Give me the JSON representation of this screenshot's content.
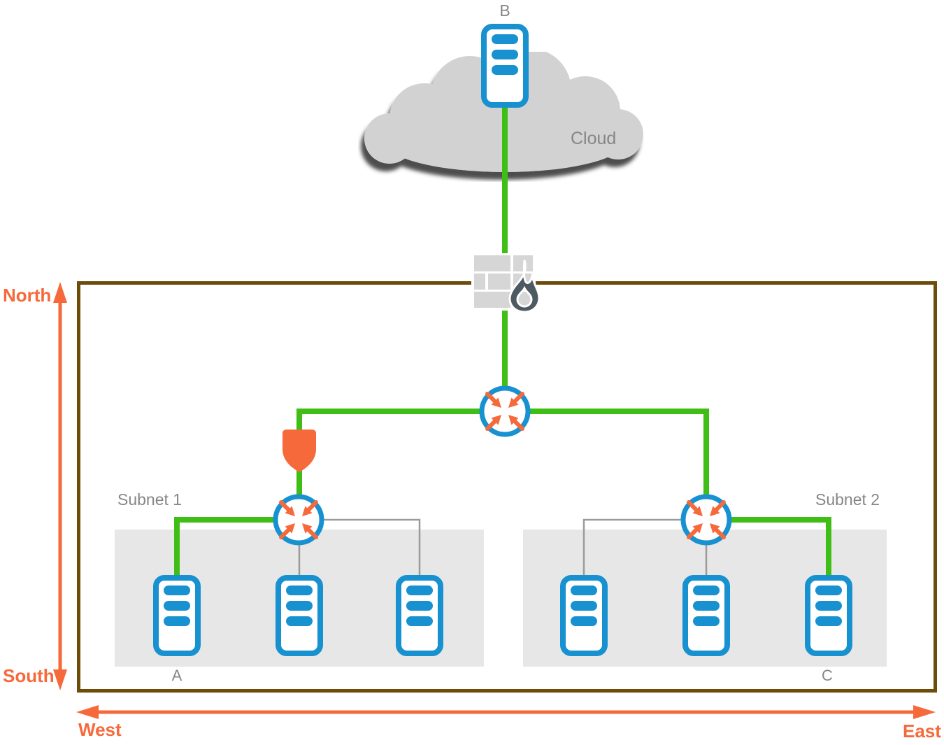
{
  "diagram": {
    "type": "network-topology",
    "labels": {
      "server_b": "B",
      "cloud": "Cloud",
      "subnet1": "Subnet 1",
      "subnet2": "Subnet 2",
      "server_a": "A",
      "server_c": "C",
      "north": "North",
      "south": "South",
      "west": "West",
      "east": "East"
    },
    "colors": {
      "link_green": "#3fbf16",
      "device_blue": "#1791d0",
      "accent_orange": "#f6693b",
      "boundary_brown": "#6d4c0a",
      "subnet_fill": "#e7e7e7",
      "cloud_fill": "#d2d2d2",
      "link_gray": "#9b9b9b",
      "label_gray": "#868686",
      "flame_slate": "#4d5a62"
    },
    "icons": {
      "cloud": "cloud-icon",
      "firewall": "firewall-icon",
      "router": "router-icon",
      "shield": "shield-icon",
      "server": "server-icon",
      "compass_arrows": "compass-arrow-icon"
    }
  }
}
